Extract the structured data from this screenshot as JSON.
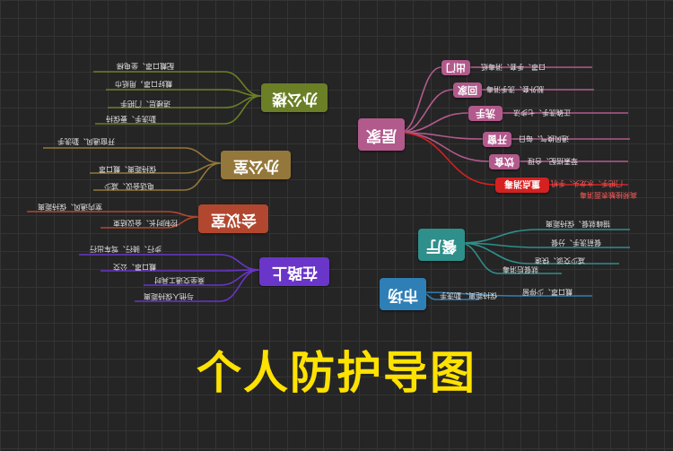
{
  "title": "个人防护导图",
  "colors": {
    "office_building": "#6a7f26",
    "office": "#94773b",
    "meeting": "#b2472f",
    "on_road": "#6a35c9",
    "home": "#b25a8c",
    "home_deep": "#8e3d6a",
    "home_alert": "#d42121",
    "restaurant": "#2f8f8b",
    "market": "#2f7fb7"
  },
  "left_branches": [
    {
      "id": "office_building",
      "label": "办公楼",
      "leaves": [
        "配戴口罩、坐电梯",
        "戴好口罩，用纸巾",
        "进楼层、门把手",
        "勤洗手、要保持"
      ]
    },
    {
      "id": "office",
      "label": "办公室",
      "leaves": [
        "开窗通风、勤洗手",
        "保持距离、戴口罩",
        "电话会议、减少"
      ]
    },
    {
      "id": "meeting",
      "label": "会议室",
      "leaves": [
        "室内通风、保持距离",
        "控制时长、会议结束"
      ]
    },
    {
      "id": "on_road",
      "label": "在路上",
      "leaves": [
        "步行、骑行、驾车出行",
        "戴口罩、公交",
        "乘坐交通工具时",
        "与他人保持距离"
      ]
    }
  ],
  "right_branches": [
    {
      "id": "home",
      "label": "居家",
      "subs": [
        {
          "label": "出门",
          "leaves": [
            "口罩、手套、消毒纸"
          ]
        },
        {
          "label": "回家",
          "leaves": [
            "脱外套、洗手消毒"
          ]
        },
        {
          "label": "洗手",
          "leaves": [
            "正确洗手、七步法"
          ]
        },
        {
          "label": "开窗",
          "leaves": [
            "通风换气、每日"
          ]
        },
        {
          "label": "饮食",
          "leaves": [
            "荤素搭配、合理"
          ]
        },
        {
          "label": "重点消毒",
          "leaves": [
            "门把手、水龙头、手机",
            "高频接触表面消毒"
          ],
          "alert": true
        }
      ]
    },
    {
      "id": "restaurant",
      "label": "餐厅",
      "leaves": [
        "错峰就餐、保持距离",
        "餐前洗手、分餐",
        "减少交谈、快速",
        "就餐后消毒"
      ]
    },
    {
      "id": "market",
      "label": "市场",
      "leaves": [
        "戴口罩、少停留",
        "保持距离、勤洗手"
      ]
    }
  ]
}
